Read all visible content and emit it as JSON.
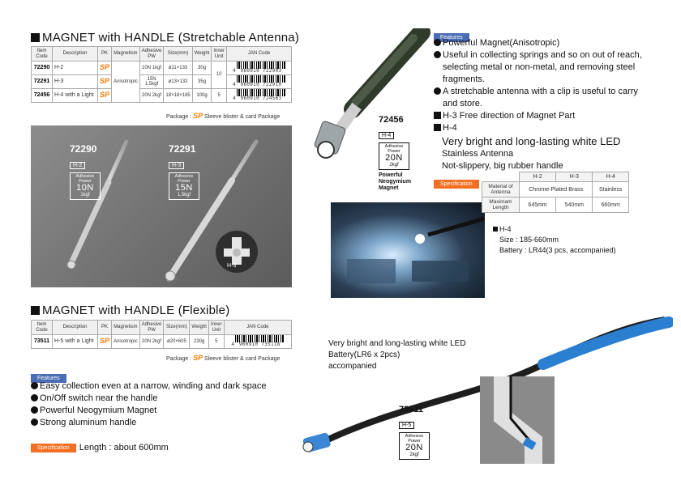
{
  "section1": {
    "title": "MAGNET with HANDLE (Stretchable Antenna)",
    "headers": [
      "Item Code",
      "Description",
      "PK",
      "Magnetism",
      "Adhesive PW",
      "Size(mm)",
      "Weight",
      "Inner Unit",
      "JAN Code"
    ],
    "rows": [
      {
        "code": "72290",
        "desc": "H-2",
        "pk": "SP",
        "power": "10N 1kgf",
        "size": "ø11×133",
        "weight": "30g",
        "jan_prefix": "4",
        "jan": "960910 722903"
      },
      {
        "code": "72291",
        "desc": "H-3",
        "pk": "SP",
        "power": "15N 1.5kgf",
        "size": "ø13×132",
        "weight": "35g",
        "jan_prefix": "4",
        "jan": "960910 722910"
      },
      {
        "code": "72456",
        "desc": "H-4 with a Light",
        "pk": "SP",
        "power": "20N 2kgf",
        "size": "18×18×185",
        "weight": "100g",
        "inner": "5",
        "jan_prefix": "4",
        "jan": "960910 724563"
      }
    ],
    "magnetism_shared": "Anisotropic",
    "inner_shared": "10",
    "package_prefix": "Package : ",
    "package_sp": "SP",
    "package_text": " Sleeve blister & card Package"
  },
  "photo1": {
    "models": [
      {
        "code": "72290",
        "sub": "H-2",
        "label": "Adhesive Power",
        "value": "10N",
        "kgf": "1kgf"
      },
      {
        "code": "72291",
        "sub": "H-3",
        "label": "Adhesive Power",
        "value": "15N",
        "kgf": "1.5kgf"
      }
    ],
    "inset_label": "H-3"
  },
  "product72456": {
    "code": "72456",
    "sub": "H-4",
    "label": "Adhesive Power",
    "value": "20N",
    "kgf": "2kgf",
    "caption_line1": "Powerful",
    "caption_line2": "Neogymium",
    "caption_line3": "Magnet"
  },
  "features1": {
    "badge": "Features",
    "items": [
      "Powerful Magnet(Anisotropic)",
      "Useful in collecting springs and so on out of reach,",
      "selecting metal or non-metal, and removing steel",
      "fragments.",
      "A stretchable antenna with a clip is useful to carry",
      "and store."
    ],
    "h3": "H-3 Free direction of Magnet Part",
    "h4": "H-4",
    "h4_line1": "Very bright and long-lasting white LED",
    "h4_line2": "Stainless Antenna",
    "h4_line3": "Not-slippery, big rubber handle"
  },
  "spec1": {
    "badge": "Specification",
    "cols": [
      "H-2",
      "H-3",
      "H-4"
    ],
    "row1_label": "Material of Antenna",
    "row1_merged": "Chrome-Plated Brass",
    "row1_h4": "Stainless",
    "row2_label": "Maximam Length",
    "row2_values": [
      "645mm",
      "540mm",
      "660mm"
    ],
    "note_title": "H-4",
    "note_size": "Size : 185-660mm",
    "note_battery": "Battery : LR44(3 pcs, accompanied)"
  },
  "section2": {
    "title": "MAGNET with HANDLE (Flexible)",
    "headers": [
      "Item Code",
      "Description",
      "PK",
      "Magnetism",
      "Adhesive PW",
      "Size(mm)",
      "Weight",
      "Inner Unit",
      "JAN Code"
    ],
    "row": {
      "code": "73511",
      "desc": "H-5 with a Light",
      "pk": "SP",
      "magnetism": "Anisotropic",
      "power": "20N 2kgf",
      "size": "ø20×605",
      "weight": "230g",
      "inner": "5",
      "jan_prefix": "4",
      "jan": "960910 735118"
    },
    "package_prefix": "Package : ",
    "package_sp": "SP",
    "package_text": " Sleeve blister & card Package"
  },
  "features2": {
    "badge": "Features",
    "items": [
      "Easy collection even at a narrow, winding and dark space",
      "On/Off switch near the handle",
      "Powerful Neogymium Magnet",
      "Strong aluminum handle"
    ],
    "spec_badge": "Specification",
    "spec_text": "Length : about 600mm"
  },
  "product73511": {
    "desc_line1": "Very bright and long-lasting white LED",
    "desc_line2": "Battery(LR6 x 2pcs)",
    "desc_line3": "accompanied",
    "code": "73511",
    "sub": "H-5",
    "label": "Adhesive Power",
    "value": "20N",
    "kgf": "2kgf"
  },
  "colors": {
    "accent_orange": "#f36f21",
    "feature_blue": "#4a6db5",
    "sp_orange": "#ff7a00"
  }
}
